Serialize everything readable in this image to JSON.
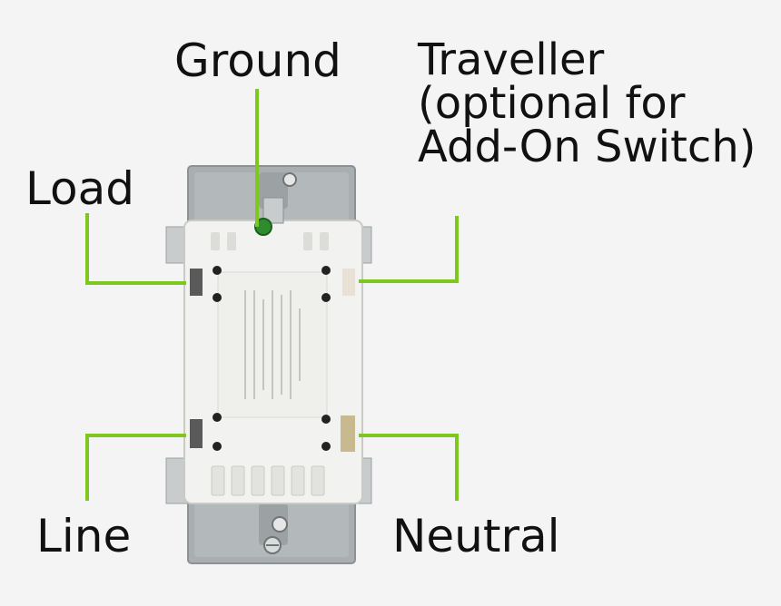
{
  "labels": {
    "ground": "Ground",
    "load": "Load",
    "traveller_lines": [
      "Traveller",
      "(optional for",
      "Add-On Switch)"
    ],
    "line": "Line",
    "neutral": "Neutral"
  },
  "colors": {
    "leader": "#7dc71f",
    "background": "#f4f4f4",
    "switch_body": "#f2f2f0",
    "bracket": "#a9aeb0"
  }
}
